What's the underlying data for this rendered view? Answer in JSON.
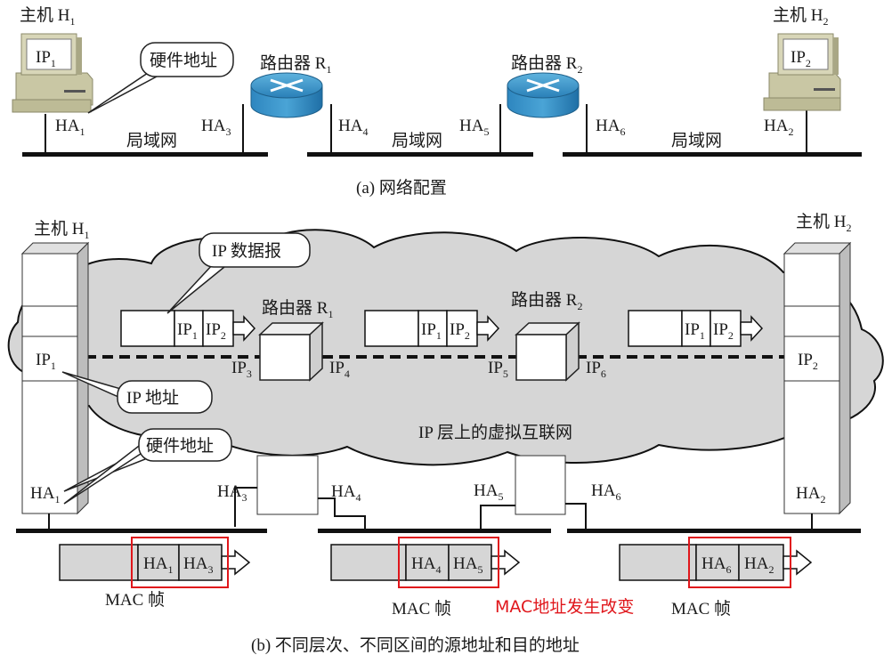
{
  "part_a": {
    "caption": "(a) 网络配置",
    "host1": {
      "label": "主机 H",
      "sub": "1",
      "ip": "IP",
      "ip_sub": "1",
      "ha": "HA",
      "ha_sub": "1"
    },
    "host2": {
      "label": "主机 H",
      "sub": "2",
      "ip": "IP",
      "ip_sub": "2",
      "ha": "HA",
      "ha_sub": "2"
    },
    "router1": {
      "label": "路由器 R",
      "sub": "1",
      "ha_left": "HA",
      "ha_left_sub": "3",
      "ha_right": "HA",
      "ha_right_sub": "4"
    },
    "router2": {
      "label": "路由器 R",
      "sub": "2",
      "ha_left": "HA",
      "ha_left_sub": "5",
      "ha_right": "HA",
      "ha_right_sub": "6"
    },
    "lan_labels": [
      "局域网",
      "局域网",
      "局域网"
    ],
    "hw_callout": "硬件地址"
  },
  "part_b": {
    "caption": "(b) 不同层次、不同区间的源地址和目的地址",
    "host1": {
      "label": "主机 H",
      "sub": "1",
      "ip": "IP",
      "ip_sub": "1",
      "ha": "HA",
      "ha_sub": "1"
    },
    "host2": {
      "label": "主机 H",
      "sub": "2",
      "ip": "IP",
      "ip_sub": "2",
      "ha": "HA",
      "ha_sub": "2"
    },
    "router1": {
      "label": "路由器 R",
      "sub": "1",
      "ip_left": "IP",
      "ip_left_sub": "3",
      "ip_right": "IP",
      "ip_right_sub": "4",
      "ha_left": "HA",
      "ha_left_sub": "3",
      "ha_right": "HA",
      "ha_right_sub": "4"
    },
    "router2": {
      "label": "路由器 R",
      "sub": "2",
      "ip_left": "IP",
      "ip_left_sub": "5",
      "ip_right": "IP",
      "ip_right_sub": "6",
      "ha_left": "HA",
      "ha_left_sub": "5",
      "ha_right": "HA",
      "ha_right_sub": "6"
    },
    "ip_datagram_callout": "IP 数据报",
    "ip_address_callout": "IP 地址",
    "hw_address_callout": "硬件地址",
    "cloud_label": "IP 层上的虚拟互联网",
    "datagrams": [
      {
        "src": "IP",
        "src_sub": "1",
        "dst": "IP",
        "dst_sub": "2"
      },
      {
        "src": "IP",
        "src_sub": "1",
        "dst": "IP",
        "dst_sub": "2"
      },
      {
        "src": "IP",
        "src_sub": "1",
        "dst": "IP",
        "dst_sub": "2"
      }
    ],
    "mac_frames": [
      {
        "src": "HA",
        "src_sub": "1",
        "dst": "HA",
        "dst_sub": "3",
        "label": "MAC 帧"
      },
      {
        "src": "HA",
        "src_sub": "4",
        "dst": "HA",
        "dst_sub": "5",
        "label": "MAC 帧"
      },
      {
        "src": "HA",
        "src_sub": "6",
        "dst": "HA",
        "dst_sub": "2",
        "label": "MAC 帧"
      }
    ],
    "mac_change_note": "MAC地址发生改变",
    "highlight_color": "#e0161b"
  }
}
